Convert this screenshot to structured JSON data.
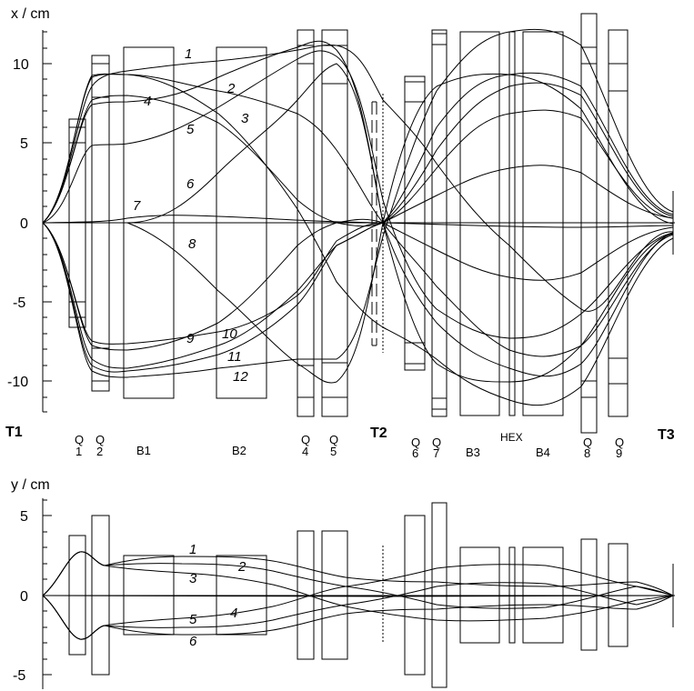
{
  "x_panel": {
    "ylabel": "x / cm",
    "ticks": [
      "10",
      "5",
      "0",
      "-5",
      "-10"
    ],
    "trace_labels": [
      "1",
      "2",
      "3",
      "4",
      "5",
      "6",
      "7",
      "8",
      "9",
      "10",
      "11",
      "12"
    ]
  },
  "y_panel": {
    "ylabel": "y / cm",
    "ticks": [
      "5",
      "0",
      "-5"
    ],
    "trace_labels": [
      "1",
      "2",
      "3",
      "4",
      "5",
      "6"
    ]
  },
  "targets": [
    "T1",
    "T2",
    "T3"
  ],
  "elements": {
    "q1": [
      "Q",
      "1"
    ],
    "q2": [
      "Q",
      "2"
    ],
    "b1": "B1",
    "b2": "B2",
    "q4": [
      "Q",
      "4"
    ],
    "q5": [
      "Q",
      "5"
    ],
    "q6": [
      "Q",
      "6"
    ],
    "q7": [
      "Q",
      "7"
    ],
    "b3": "B3",
    "hex": "HEX",
    "b4": "B4",
    "q8": [
      "Q",
      "8"
    ],
    "q9": [
      "Q",
      "9"
    ]
  }
}
